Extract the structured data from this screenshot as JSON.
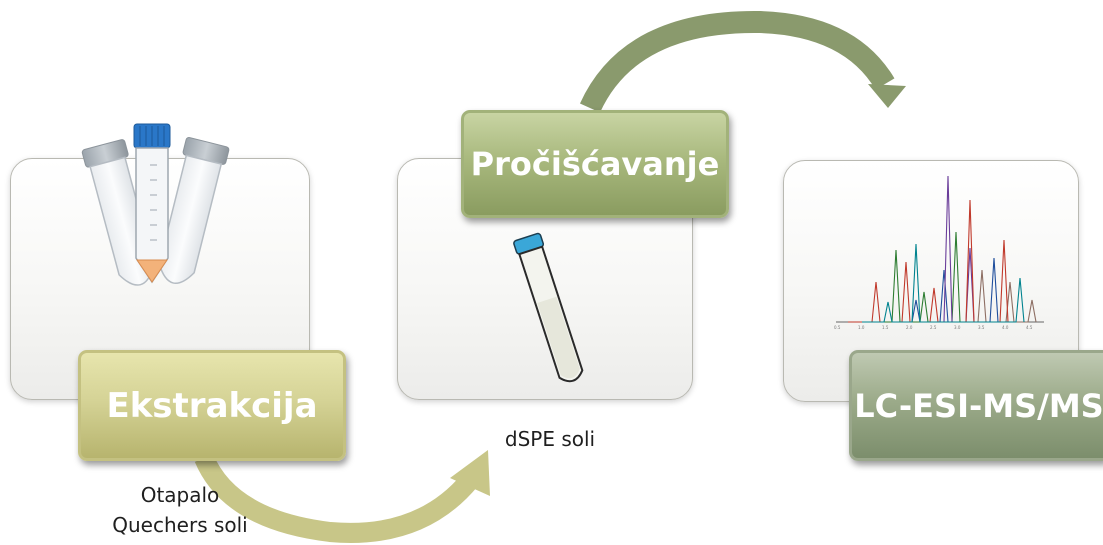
{
  "steps": {
    "extraction": {
      "label": "Ekstrakcija",
      "captions": [
        "Otapalo",
        "Quechers soli"
      ]
    },
    "cleanup": {
      "label": "Pročišćavanje",
      "captions": [
        "dSPE soli"
      ]
    },
    "analysis": {
      "label": "LC-ESI-MS/MS"
    }
  },
  "colors": {
    "extraction_box": "#d5d396",
    "cleanup_box": "#a9b97e",
    "analysis_box": "#9cab8a",
    "arrow_lower": "#c8c688",
    "arrow_upper": "#8a9a6d",
    "tube_cap": "#2a77c8",
    "tube_pellet": "#f3b27a",
    "vial_cap": "#3aa7d8"
  },
  "icons": [
    "centrifuge-tubes-icon",
    "vial-icon",
    "chromatogram-icon",
    "curved-arrow-icon"
  ]
}
